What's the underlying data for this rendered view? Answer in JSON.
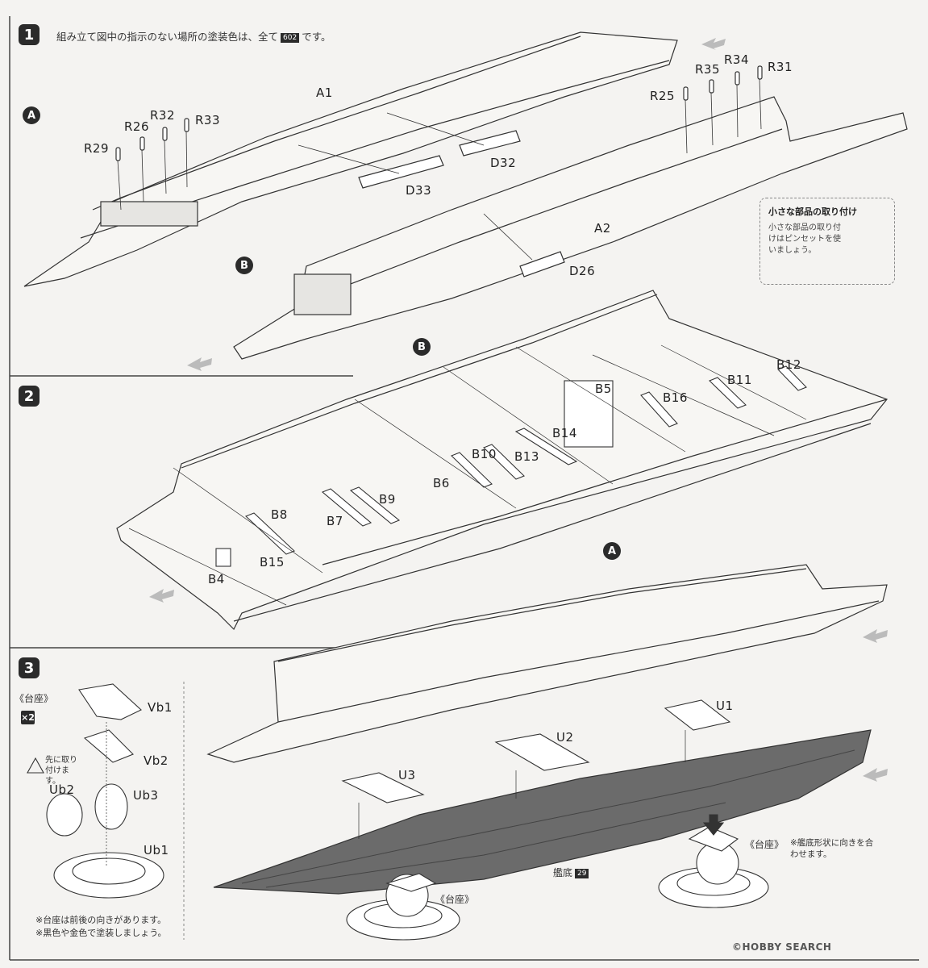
{
  "step1": {
    "number": "1",
    "note_before": "組み立て図中の指示のない場所の塗装色は、全て",
    "paint_code": "602",
    "note_after": "です。",
    "sub_a": "A",
    "sub_b": "B",
    "parts": [
      "A1",
      "A2",
      "R29",
      "R26",
      "R32",
      "R33",
      "R25",
      "R35",
      "R34",
      "R31",
      "D33",
      "D32",
      "D26"
    ],
    "tip": {
      "title": "小さな部品の取り付け",
      "body": "小さな部品の取り付けはピンセットを使いましょう。"
    }
  },
  "step2": {
    "number": "2",
    "ref_b": "B",
    "ref_a": "A",
    "parts": [
      "B12",
      "B11",
      "B5",
      "B16",
      "B14",
      "B13",
      "B10",
      "B6",
      "B9",
      "B7",
      "B8",
      "B15",
      "B4"
    ]
  },
  "step3": {
    "number": "3",
    "stand_heading": "《台座》",
    "multiplier": "×2",
    "caution": "先に取り付けます。",
    "stand_parts": [
      "Vb1",
      "Vb2",
      "Ub2",
      "Ub3",
      "Ub1"
    ],
    "hull_parts": [
      "U1",
      "U2",
      "U3"
    ],
    "hull_bottom_label": "艦底",
    "hull_bottom_code": "29",
    "stand_center_label": "《台座》",
    "stand_right_label": "《台座》",
    "stand_right_note": "※艦底形状に向きを合わせます。",
    "footnote1": "※台座は前後の向きがあります。",
    "footnote2": "※黒色や金色で塗装しましょう。"
  },
  "watermark": "©HOBBY SEARCH",
  "colors": {
    "ink": "#222222",
    "hull_bottom": "#6b6b6b",
    "paper": "#f4f3f1"
  }
}
